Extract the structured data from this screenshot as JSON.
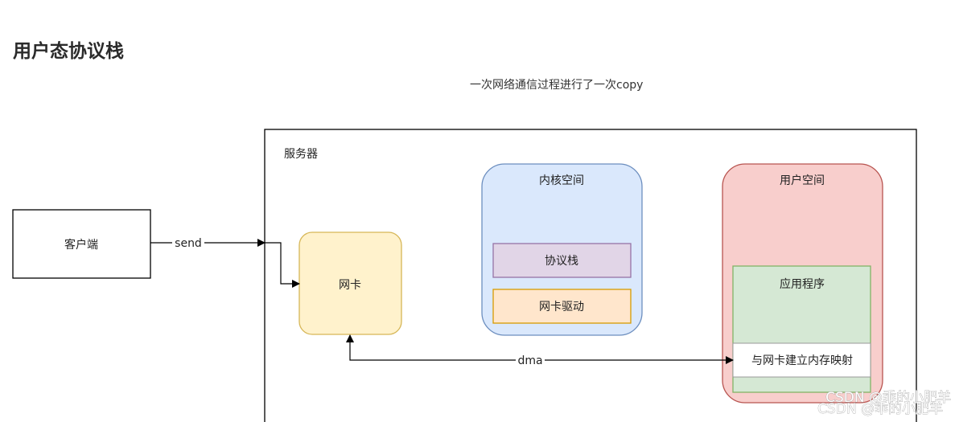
{
  "article": {
    "heading": "用户态协议栈",
    "caption": "一次网络通信过程进行了一次copy"
  },
  "diagram": {
    "client": "客户端",
    "send_label": "send",
    "server": "服务器",
    "nic": "网卡",
    "kernel_space": "内核空间",
    "protocol_stack": "协议栈",
    "nic_driver": "网卡驱动",
    "user_space": "用户空间",
    "application": "应用程序",
    "mmap_box": "与网卡建立内存映射",
    "dma_label": "dma"
  },
  "watermark": {
    "line1": "CSDN @乖的小肥羊",
    "line2": "CSDN @乖的小肥羊"
  },
  "colors": {
    "nic_fill": "#fff2cc",
    "nic_stroke": "#d6b656",
    "kernel_fill": "#dae8fc",
    "kernel_stroke": "#6c8ebf",
    "stack_fill": "#e1d5e7",
    "stack_stroke": "#9673a6",
    "driver_fill": "#ffe6cc",
    "driver_stroke": "#d79b00",
    "user_fill": "#f8cecc",
    "user_stroke": "#b85450",
    "app_fill": "#d5e8d4",
    "app_stroke": "#82b366"
  }
}
